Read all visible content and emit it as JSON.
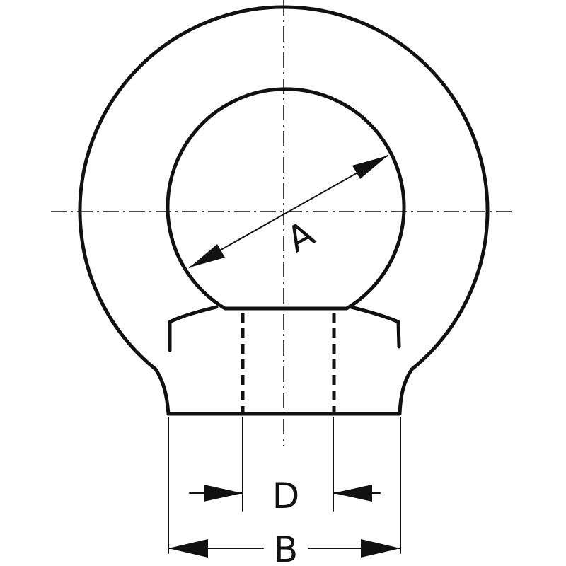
{
  "dimensions": {
    "a_label": "A",
    "b_label": "B",
    "d_label": "D"
  },
  "colors": {
    "ink": "#111111",
    "paper": "#ffffff"
  }
}
